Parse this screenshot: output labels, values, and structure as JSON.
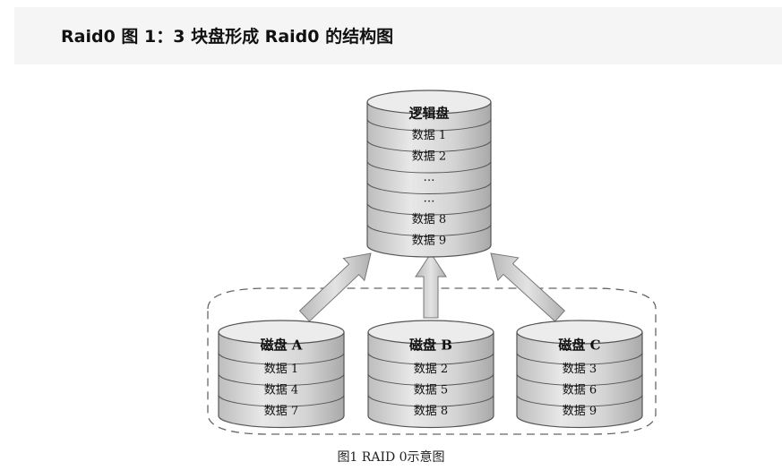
{
  "header": {
    "title": "Raid0 图 1：3 块盘形成 Raid0 的结构图"
  },
  "diagram": {
    "logical_disk": {
      "label": "逻辑盘",
      "rows": [
        "数据 1",
        "数据 2",
        "…",
        "…",
        "数据 8",
        "数据 9"
      ]
    },
    "physical_disks": [
      {
        "label": "磁盘 A",
        "rows": [
          "数据 1",
          "数据 4",
          "数据 7"
        ]
      },
      {
        "label": "磁盘 B",
        "rows": [
          "数据 2",
          "数据 5",
          "数据 8"
        ]
      },
      {
        "label": "磁盘 C",
        "rows": [
          "数据 3",
          "数据 6",
          "数据 9"
        ]
      }
    ]
  },
  "caption": "图1 RAID 0示意图",
  "colors": {
    "cylinder_body": "#d9d9d9",
    "cylinder_top": "#e6e6e6",
    "arrow_fill": "#cfcfcf",
    "outline": "#555555"
  }
}
